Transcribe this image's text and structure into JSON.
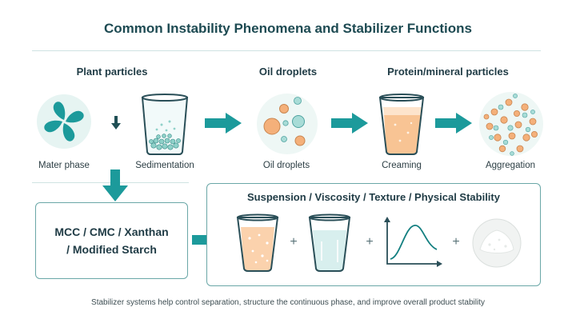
{
  "title": "Common Instability Phenomena and Stabilizer Functions",
  "headers": {
    "plant": "Plant particles",
    "oil": "Oil droplets",
    "protein": "Protein/mineral particles"
  },
  "captions": {
    "water": "Mater phase",
    "sedimentation": "Sedimentation",
    "oil": "Oil droplets",
    "creaming": "Creaming",
    "aggregation": "Aggregation"
  },
  "stabilizers": {
    "line1": "MCC / CMC / Xanthan",
    "line2": "/ Modified Starch"
  },
  "functions_title": "Suspension / Viscosity / Texture / Physical Stability",
  "plus": "+",
  "footer": "Stabilizer systems help control separation, structure the continuous phase, and improve overall product stability",
  "colors": {
    "teal": "#1c9a9b",
    "teal_dark": "#137f80",
    "orange": "#f4b07a",
    "light_teal": "#a8dcd7"
  }
}
